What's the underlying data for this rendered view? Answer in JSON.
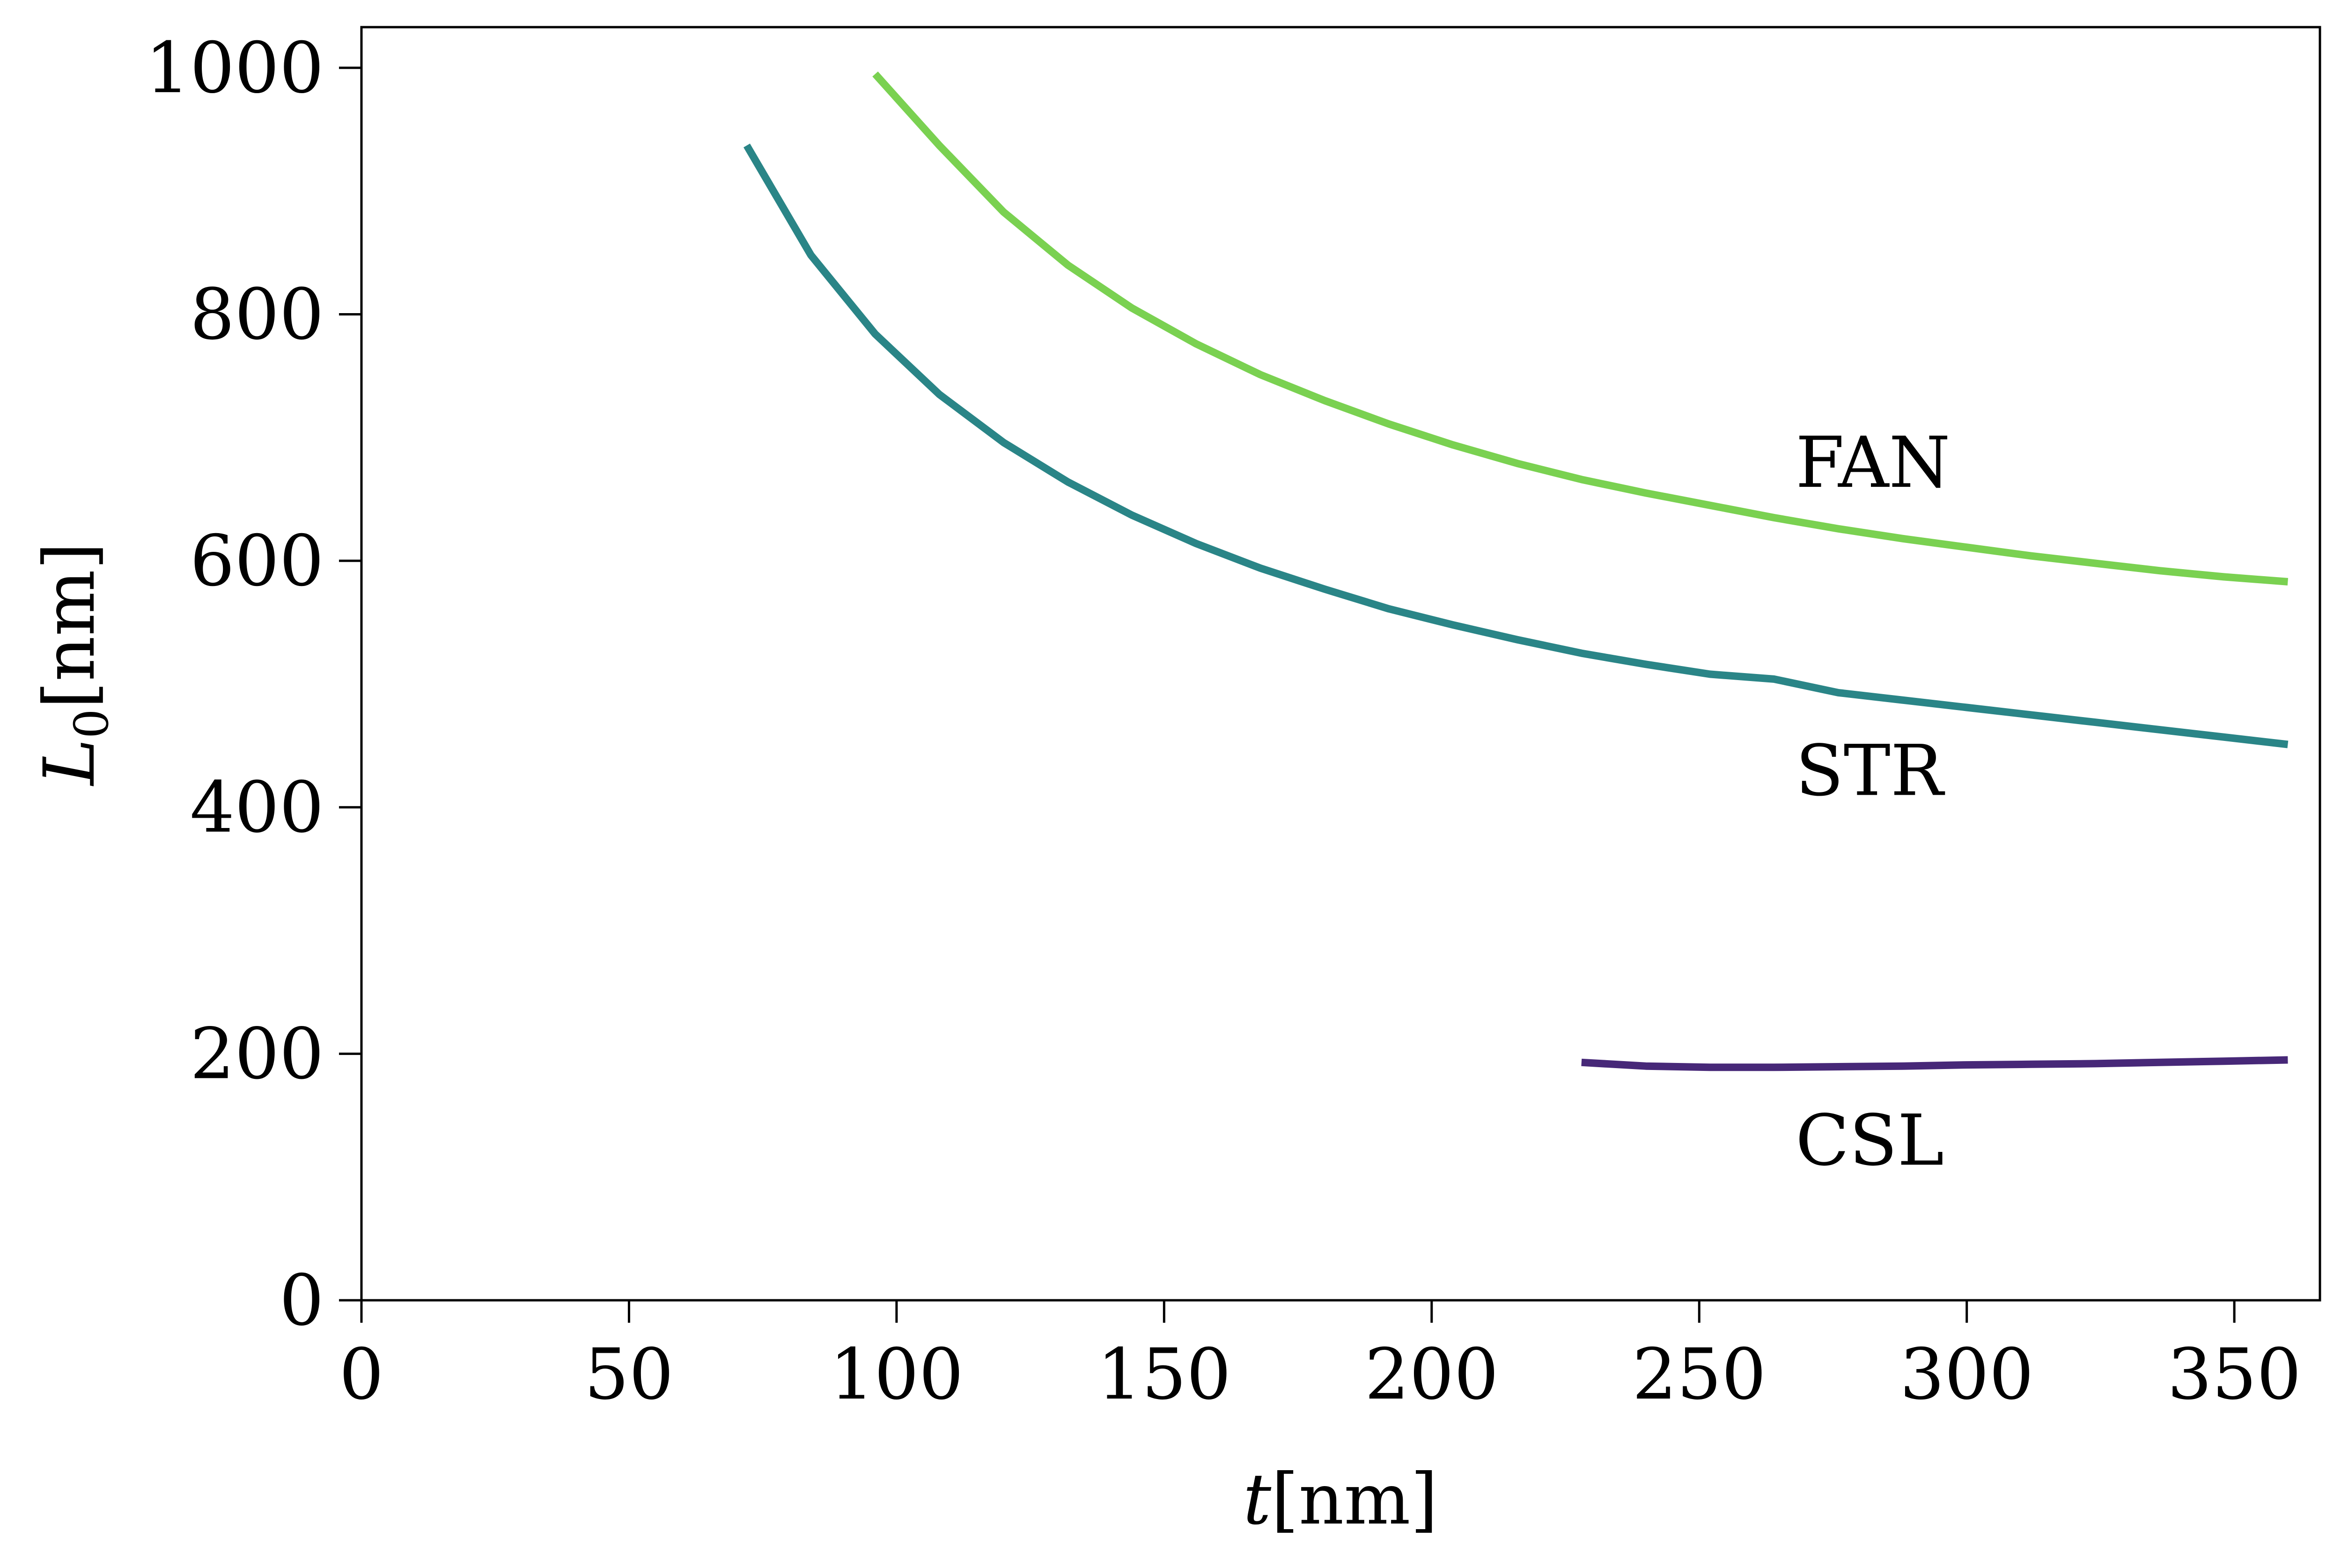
{
  "chart_data": {
    "type": "line",
    "xlabel": {
      "var": "t",
      "unit": "[nm]"
    },
    "ylabel": {
      "var": "L",
      "sub": "0",
      "unit": "[nm]"
    },
    "xlim": [
      0,
      366
    ],
    "ylim": [
      0,
      1033
    ],
    "xticks": [
      0,
      50,
      100,
      150,
      200,
      250,
      300,
      350
    ],
    "yticks": [
      0,
      200,
      400,
      600,
      800,
      1000
    ],
    "grid": false,
    "series": [
      {
        "name": "FAN",
        "color": "#7ad151",
        "label_at": [
          268,
          660
        ],
        "x": [
          96,
          108,
          120,
          132,
          144,
          156,
          168,
          180,
          192,
          204,
          216,
          228,
          240,
          252,
          264,
          276,
          288,
          300,
          312,
          324,
          336,
          348,
          360
        ],
        "y": [
          995,
          937,
          883,
          840,
          805,
          776,
          751,
          730,
          711,
          694,
          679,
          666,
          655,
          645,
          635,
          626,
          618,
          611,
          604,
          598,
          592,
          587,
          583
        ]
      },
      {
        "name": "STR",
        "color": "#2a8587",
        "label_at": [
          268,
          410
        ],
        "x": [
          72,
          84,
          96,
          108,
          120,
          132,
          144,
          156,
          168,
          180,
          192,
          204,
          216,
          228,
          240,
          252,
          264,
          276,
          288,
          300,
          312,
          324,
          336,
          348,
          360
        ],
        "y": [
          937,
          848,
          784,
          735,
          696,
          664,
          637,
          614,
          594,
          577,
          561,
          548,
          536,
          525,
          516,
          508,
          504,
          493,
          487,
          481,
          475,
          469,
          463,
          457,
          451
        ]
      },
      {
        "name": "CSL",
        "color": "#472878",
        "label_at": [
          268,
          110
        ],
        "x": [
          228,
          240,
          252,
          264,
          276,
          288,
          300,
          312,
          324,
          336,
          348,
          360
        ],
        "y": [
          193,
          190,
          189,
          189,
          189.5,
          190,
          191,
          191.5,
          192,
          193,
          194,
          195
        ]
      }
    ]
  }
}
